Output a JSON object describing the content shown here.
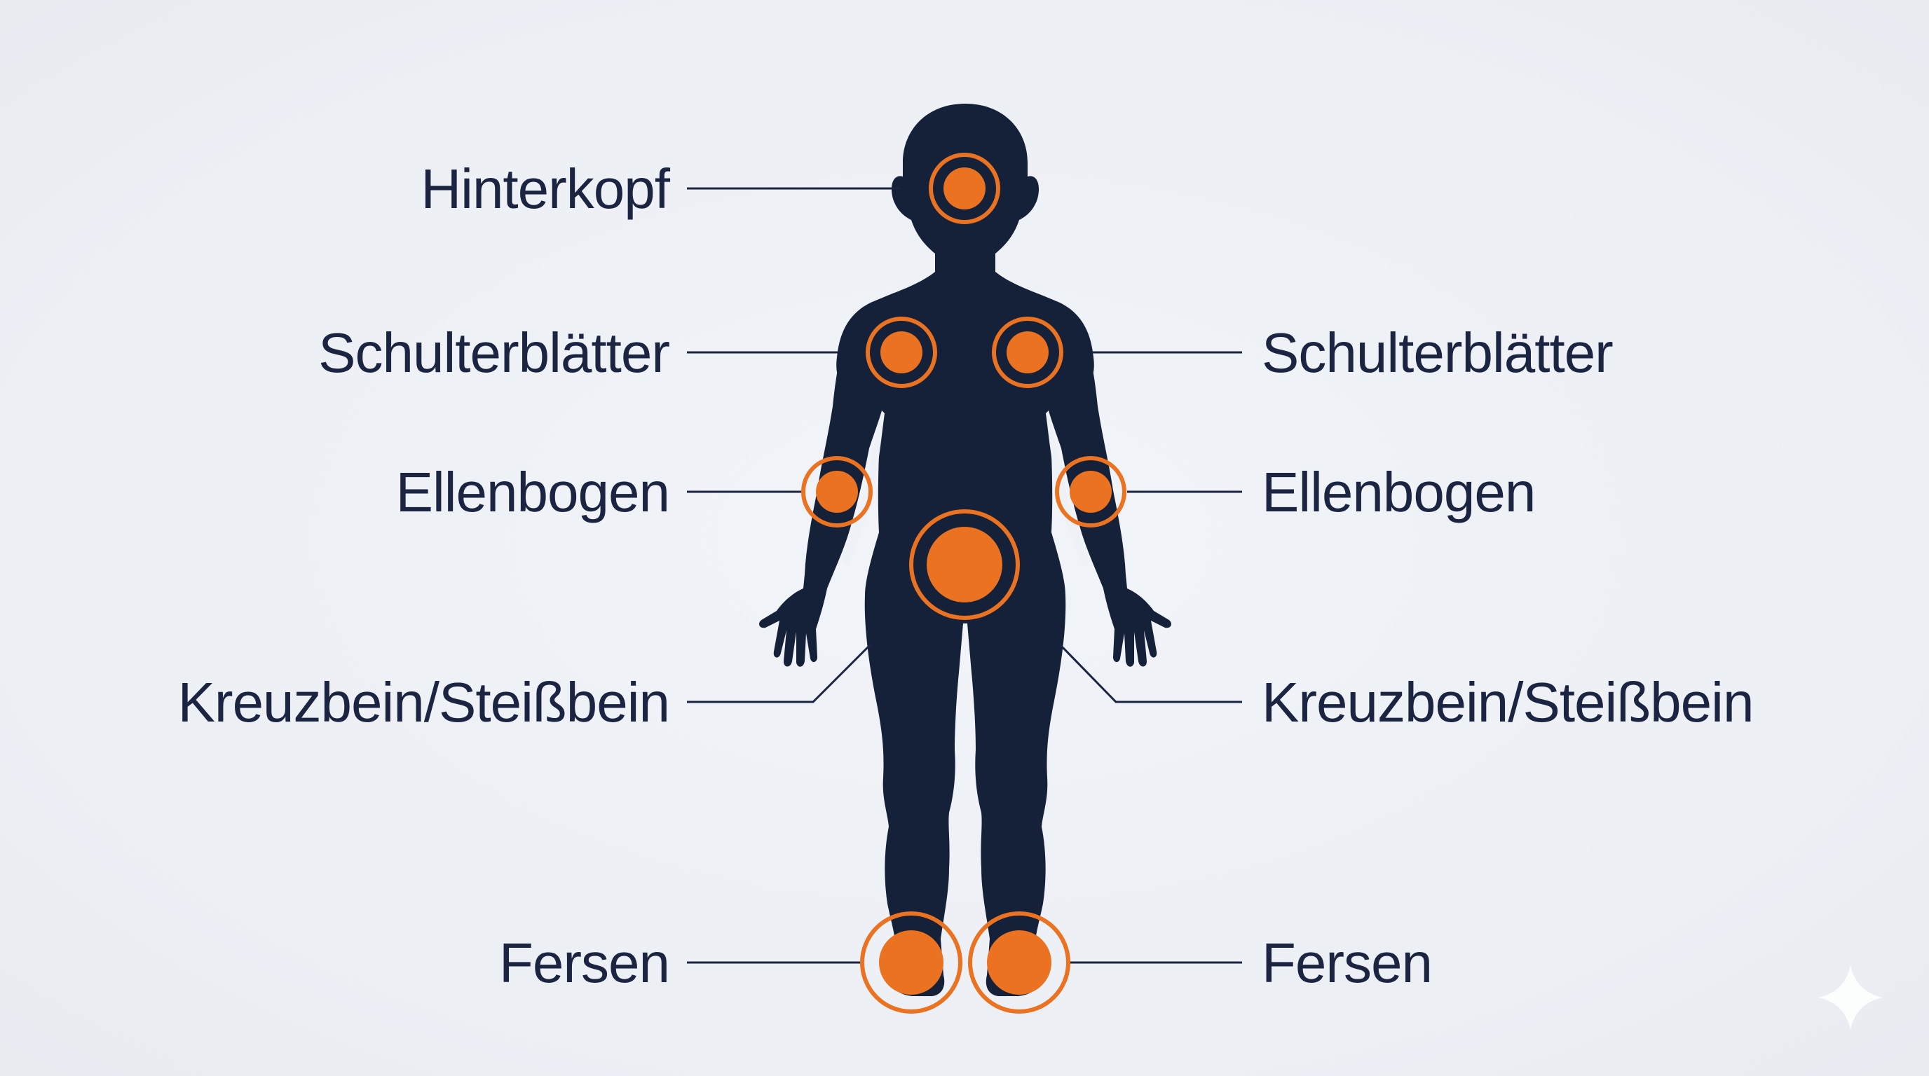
{
  "colors": {
    "background": "#eef1f5",
    "silhouette": "#152039",
    "marker": "#ea7221",
    "text": "#1b2440"
  },
  "labels": {
    "left": {
      "head": "Hinterkopf",
      "shoulder": "Schulterblätter",
      "elbow": "Ellenbogen",
      "sacrum": "Kreuzbein/Steißbein",
      "heel": "Fersen"
    },
    "right": {
      "shoulder": "Schulterblätter",
      "elbow": "Ellenbogen",
      "sacrum": "Kreuzbein/Steißbein",
      "heel": "Fersen"
    }
  },
  "icons": {
    "watermark": "sparkle-icon"
  }
}
